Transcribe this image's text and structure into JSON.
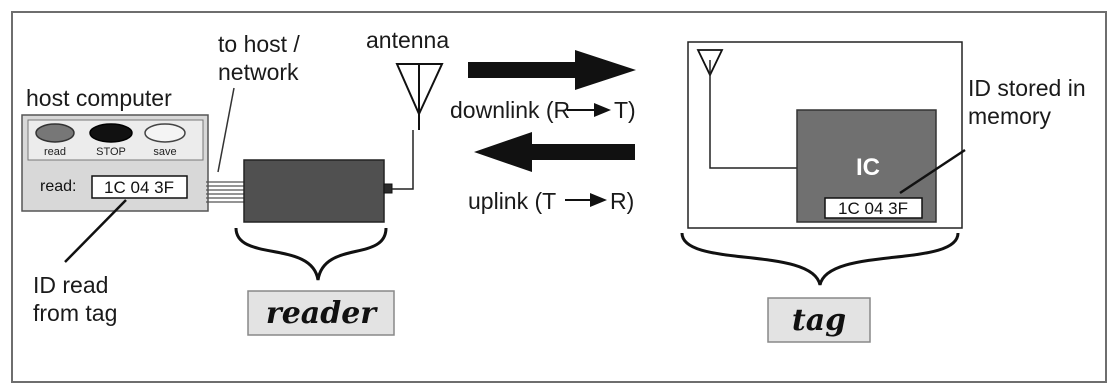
{
  "host": {
    "title": "host computer",
    "buttons": [
      "read",
      "STOP",
      "save"
    ],
    "read_label": "read:",
    "read_value": "1C 04 3F"
  },
  "labels": {
    "to_host": [
      "to host /",
      "network"
    ],
    "antenna": "antenna",
    "downlink": "downlink (R",
    "downlink_end": "T)",
    "uplink": "uplink (T",
    "uplink_end": "R)",
    "id_read": [
      "ID read",
      "from tag"
    ],
    "id_stored": [
      "ID stored in",
      "memory"
    ]
  },
  "reader_label": "reader",
  "tag": {
    "ic_label": "IC",
    "id_value": "1C 04 3F",
    "label": "tag"
  }
}
